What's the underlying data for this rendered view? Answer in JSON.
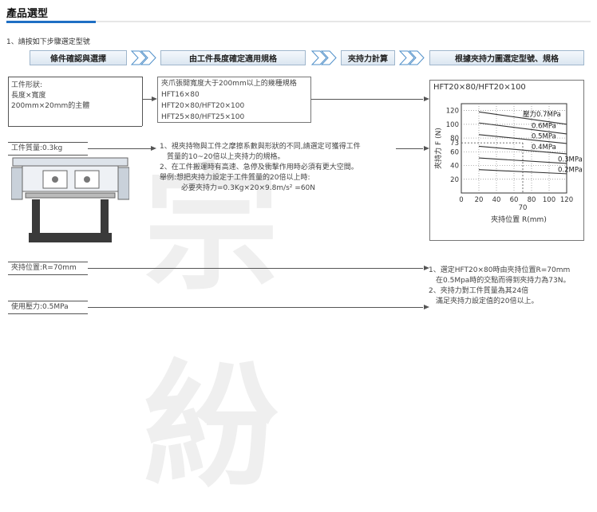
{
  "page": {
    "title": "產品選型",
    "intro": "1、請按如下步驟選定型號",
    "watermark": "宗 紛"
  },
  "steps": [
    "條件確認與選擇",
    "由工件長度確定適用規格",
    "夾持力計算",
    "根據夾持力圖選定型號、規格"
  ],
  "workpiece": {
    "shape_lines": [
      "工件形狀:",
      "長度×寬度",
      "200mm×20mm的主體"
    ],
    "mass": "工件質量:0.3kg",
    "position": "夾持位置:R=70mm",
    "pressure": "使用壓力:0.5MPa"
  },
  "spec_box": {
    "lines": [
      "夾爪張開寬度大于200mm以上的幾種規格",
      "HFT16×80",
      "HFT20×80/HFT20×100",
      "HFT25×80/HFT25×100"
    ]
  },
  "calc_box": {
    "lines": [
      "1、視夾持物與工件之摩擦系數與形狀的不同,請選定可獲得工件",
      "　質量的10~20倍以上夾持力的規格。",
      "2、在工件搬運時有高速、急停及衝擊作用時必須有更大空間。",
      "舉例:想把夾持力設定于工件質量的20倍以上時:",
      "　　　必要夾持力=0.3Kg×20×9.8m/s² =60N"
    ]
  },
  "result_box": {
    "lines": [
      "1、選定HFT20×80時由夾持位置R=70mm",
      "　在0.5Mpa時的交點而得到夾持力為73N。",
      "2、夾持力對工件質量為其24倍",
      "　滿足夾持力設定值的20倍以上。"
    ]
  },
  "chart_data": {
    "type": "line",
    "title": "HFT20×80/HFT20×100",
    "xlabel": "夾持位置 R(mm)",
    "ylabel": "夾持力 F (N)",
    "xlim": [
      0,
      120
    ],
    "ylim": [
      0,
      130
    ],
    "xticks": [
      "0",
      "20",
      "40",
      "60",
      "80",
      "100",
      "120"
    ],
    "yticks": [
      "20",
      "40",
      "60",
      "80",
      "100",
      "120"
    ],
    "marker_x_label": "70",
    "marker_y_label": "73",
    "grid": true,
    "series": [
      {
        "name": "壓力0.7MPa",
        "x": [
          20,
          120
        ],
        "y": [
          118,
          100
        ]
      },
      {
        "name": "0.6MPa",
        "x": [
          20,
          120
        ],
        "y": [
          102,
          86
        ]
      },
      {
        "name": "0.5MPa",
        "x": [
          20,
          120
        ],
        "y": [
          85,
          72
        ]
      },
      {
        "name": "0.4MPa",
        "x": [
          20,
          120
        ],
        "y": [
          68,
          57
        ]
      },
      {
        "name": "0.3MPa",
        "x": [
          20,
          120
        ],
        "y": [
          51,
          43
        ]
      },
      {
        "name": "0.2MPa",
        "x": [
          20,
          120
        ],
        "y": [
          34,
          28
        ]
      }
    ],
    "colors": {
      "line": "#333333",
      "grid": "#888888",
      "marker": "#444444"
    }
  }
}
